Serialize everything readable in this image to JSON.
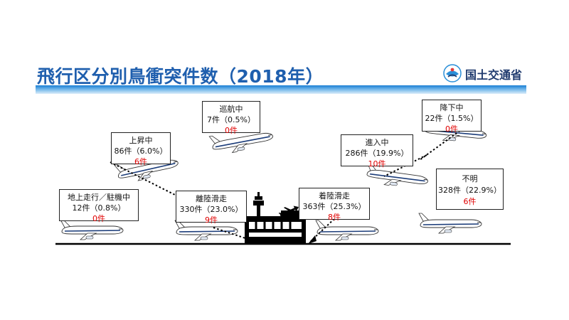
{
  "header": {
    "title": "飛行区分別鳥衝突件数（2018年）",
    "logo_text": "国土交通省",
    "accent_color": "#1f5fae"
  },
  "phases": [
    {
      "id": "taxi",
      "name": "地上走行／駐機中",
      "stat": "12件（0.8%）",
      "count": "0件"
    },
    {
      "id": "climb",
      "name": "上昇中",
      "stat": "86件（6.0%）",
      "count": "6件"
    },
    {
      "id": "takeoff",
      "name": "離陸滑走",
      "stat": "330件（23.0%）",
      "count": "9件"
    },
    {
      "id": "cruise",
      "name": "巡航中",
      "stat": "7件（0.5%）",
      "count": "0件"
    },
    {
      "id": "landing",
      "name": "着陸滑走",
      "stat": "363件（25.3%）",
      "count": "8件"
    },
    {
      "id": "approach",
      "name": "進入中",
      "stat": "286件（19.9%）",
      "count": "10件"
    },
    {
      "id": "descent",
      "name": "降下中",
      "stat": "22件（1.5%）",
      "count": "0件"
    },
    {
      "id": "unknown",
      "name": "不明",
      "stat": "328件（22.9%）",
      "count": "6件"
    }
  ],
  "icons": {
    "aircraft": "airliner-icon",
    "terminal": "airport-terminal-icon",
    "tower": "control-tower-icon",
    "plane_symbol": "airplane-symbol-icon",
    "logo": "mlit-logo-icon"
  },
  "colors": {
    "count_text": "#e00000",
    "aircraft_stripe": "#1c3d7a"
  }
}
